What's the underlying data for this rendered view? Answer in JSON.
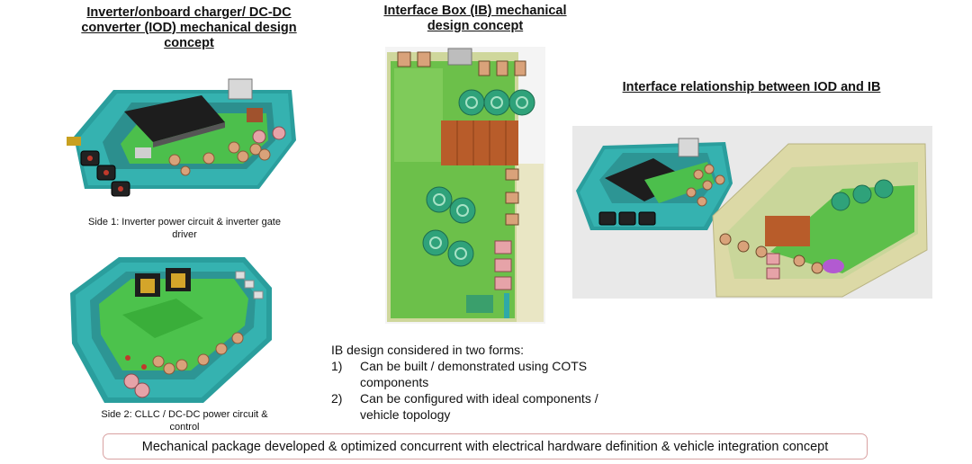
{
  "iod_heading": [
    "Inverter/onboard charger/ DC-DC",
    "converter (IOD) mechanical design",
    "concept"
  ],
  "ib_heading": [
    "Interface Box (IB) mechanical",
    "design concept"
  ],
  "relation_heading": "Interface relationship between IOD and IB",
  "side1_caption": [
    "Side 1:  Inverter power circuit & inverter gate",
    "driver"
  ],
  "side2_caption": [
    "Side 2: CLLC / DC-DC power circuit &",
    "control"
  ],
  "ib_forms": {
    "intro": "IB design considered in two forms:",
    "items": [
      {
        "num": "1)",
        "lines": [
          "Can be built / demonstrated using COTS",
          "components"
        ]
      },
      {
        "num": "2)",
        "lines": [
          "Can be configured with ideal components /",
          "vehicle topology"
        ]
      }
    ]
  },
  "banner": "Mechanical package developed & optimized concurrent with electrical hardware definition & vehicle integration concept",
  "colors": {
    "housing_teal": "#2fa9a8",
    "pcb_green": "#4cc24c",
    "ib_translucent": "#dcd9a6",
    "connector_copper": "#c98a5a",
    "banner_border": "#d9a2a2"
  }
}
